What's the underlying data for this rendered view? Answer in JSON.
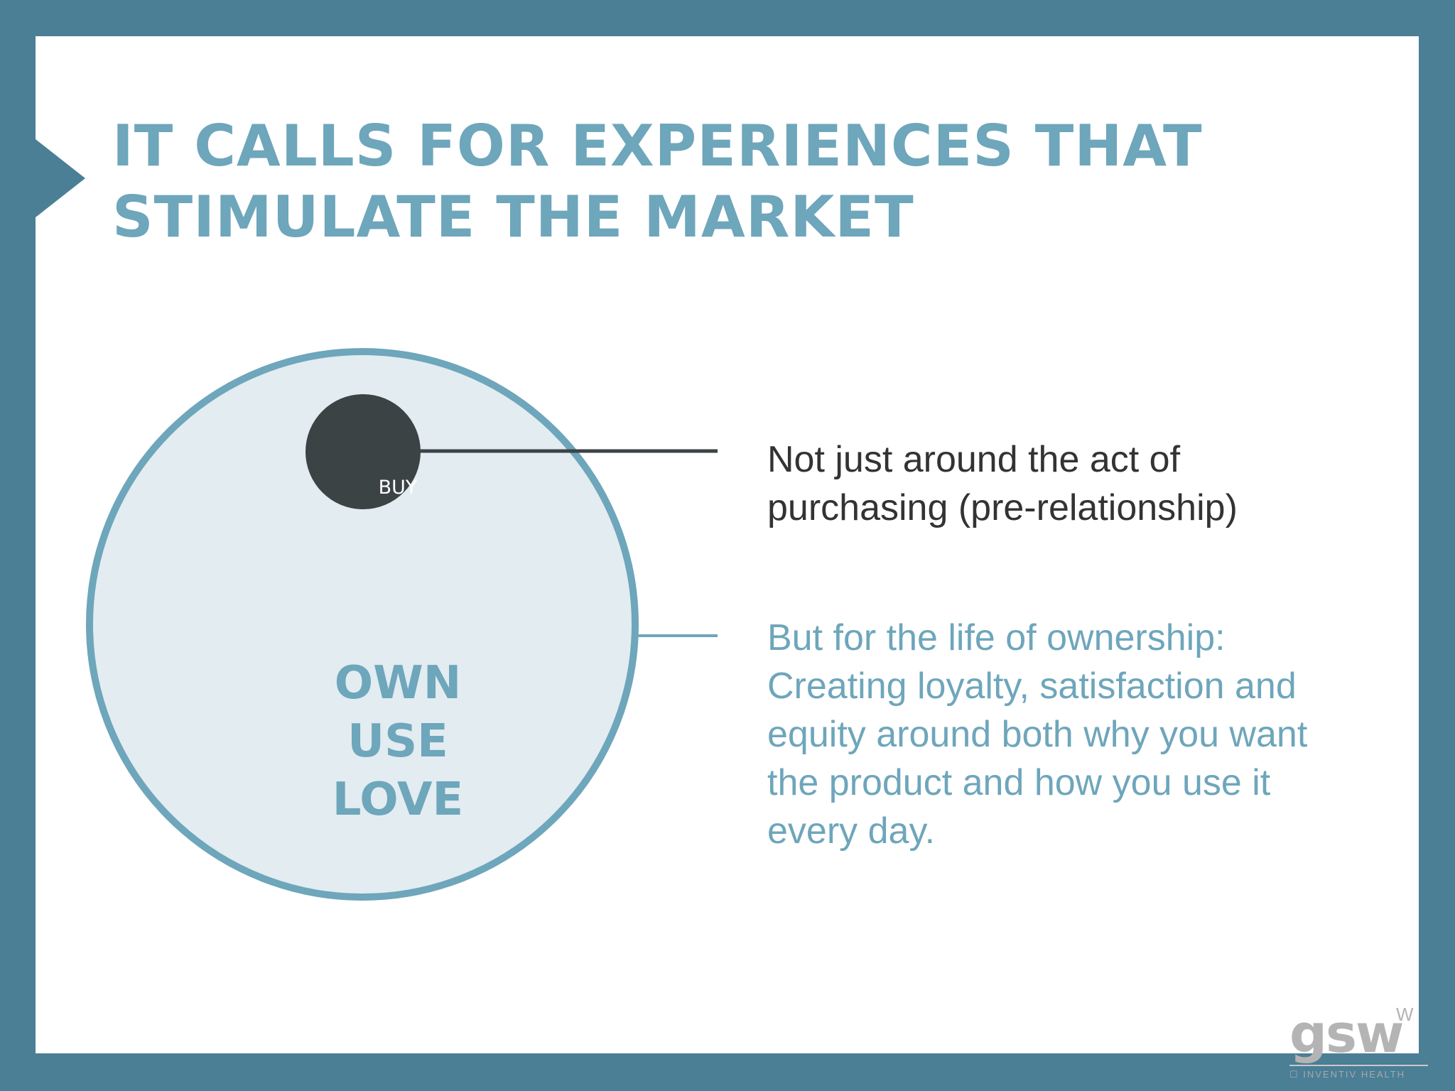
{
  "slide": {
    "title_lines": [
      "IT CALLS FOR EXPERIENCES THAT",
      "STIMULATE THE MARKET"
    ],
    "colors": {
      "frame": "#4a7f96",
      "accent": "#6ea6bb",
      "circle_fill": "#e2ecf1",
      "dark": "#3b4345",
      "text_dark": "#333333"
    }
  },
  "diagram": {
    "inner_label": "BUY",
    "outer_labels": [
      "OWN",
      "USE",
      "LOVE"
    ],
    "callout_top": {
      "lines": [
        "Not just around the act of",
        "purchasing (pre-relationship)"
      ]
    },
    "callout_bottom": {
      "lines": [
        "But for the life of ownership:",
        "Creating loyalty, satisfaction and",
        "equity around both why you want",
        "the product and how you use it",
        "every day."
      ]
    }
  },
  "logo": {
    "wordmark": "gsw",
    "mark": "W",
    "subtitle": "☐ INVENTIV HEALTH"
  }
}
